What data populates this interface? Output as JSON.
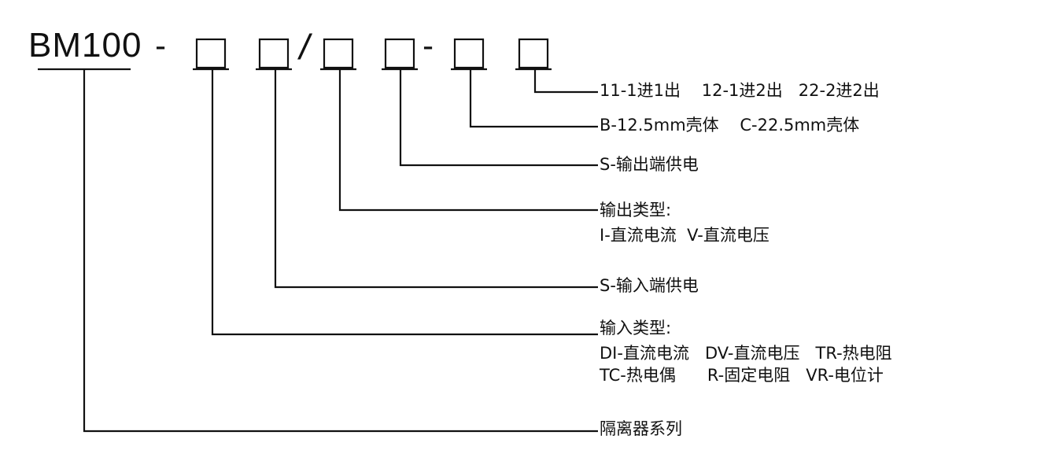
{
  "model_prefix": "BM100",
  "separators": {
    "dash1": "-",
    "slash": "/",
    "dash2": "-"
  },
  "labels": {
    "io_config": "11-1进1出    12-1进2出   22-2进2出",
    "housing": "B-12.5mm壳体    C-22.5mm壳体",
    "output_supply": "S-输出端供电",
    "output_type_title": "输出类型:",
    "output_type_options": "I-直流电流  V-直流电压",
    "input_supply": "S-输入端供电",
    "input_type_title": "输入类型:",
    "input_type_line1": "DI-直流电流   DV-直流电压   TR-热电阻",
    "input_type_line2": "TC-热电偶      R-固定电阻   VR-电位计",
    "series": "隔离器系列"
  },
  "colors": {
    "line": "#111111",
    "text": "#111111"
  }
}
